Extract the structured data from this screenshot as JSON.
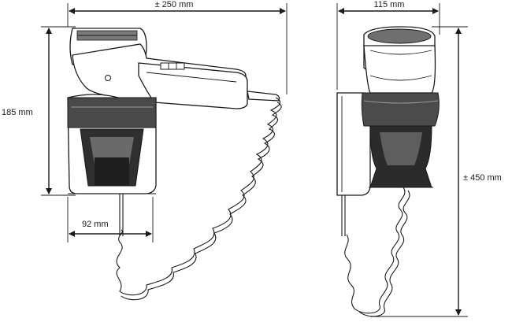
{
  "drawing": {
    "dimensions": {
      "width": "± 250 mm",
      "holder_height": "185 mm",
      "holder_width": "92 mm",
      "depth": "115 mm",
      "total_height": "± 450 mm"
    }
  }
}
